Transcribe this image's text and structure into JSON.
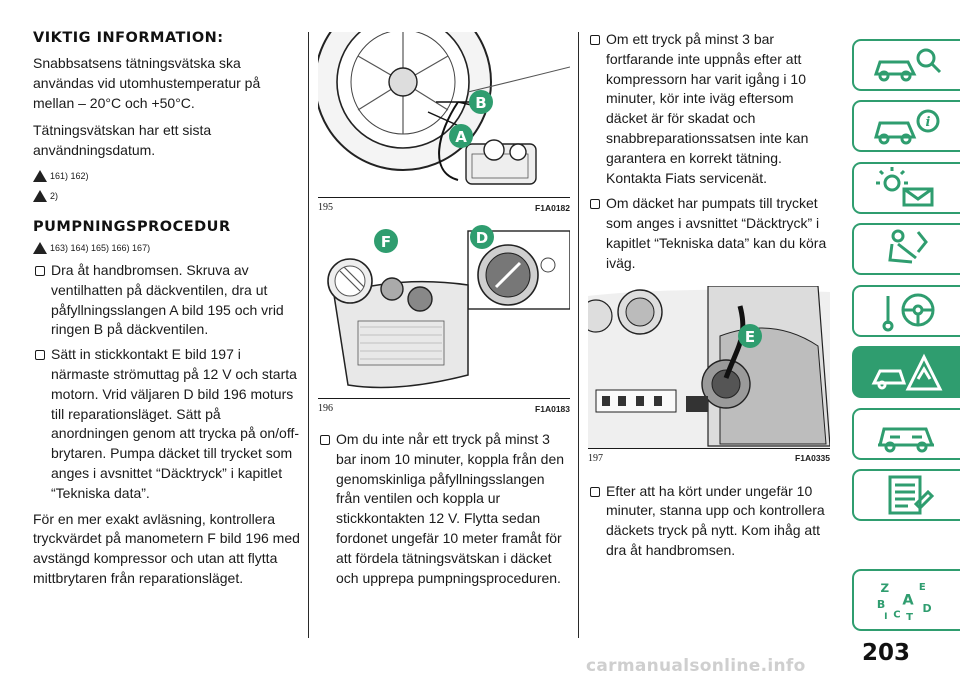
{
  "left": {
    "h_info": "VIKTIG INFORMATION:",
    "p1": "Snabbsatsens tätningsvätska ska användas vid utomhustemperatur på mellan – 20°C och +50°C.",
    "p2": "Tätningsvätskan har ett sista användningsdatum.",
    "warn1": "161) 162)",
    "warn2": "2)",
    "h_proc": "PUMPNINGSPROCEDUR",
    "warn3": "163) 164) 165) 166) 167)",
    "b1": "Dra åt handbromsen. Skruva av ventilhatten på däckventilen, dra ut påfyllningsslangen A bild 195 och vrid ringen B på däckventilen.",
    "b2": "Sätt in stickkontakt E bild 197 i närmaste strömuttag på 12 V och starta motorn. Vrid väljaren D bild 196 moturs till reparationsläget. Sätt på anordningen genom att trycka på on/off-brytaren. Pumpa däcket till trycket som anges i avsnittet “Däcktryck” i kapitlet “Tekniska data”.",
    "p3": "För en mer exakt avläsning, kontrollera tryckvärdet på manometern F bild 196 med avstängd kompressor och utan att flytta mittbrytaren från reparationsläget."
  },
  "middle": {
    "fig195": {
      "num": "195",
      "code": "F1A0182",
      "label_a": "A",
      "label_b": "B"
    },
    "fig196": {
      "num": "196",
      "code": "F1A0183",
      "label_f": "F",
      "label_d": "D"
    },
    "b3": "Om du inte når ett tryck på minst 3 bar inom 10 minuter, koppla från den genomskinliga påfyllningsslangen från ventilen och koppla ur stickkontakten 12 V. Flytta sedan fordonet ungefär 10 meter framåt för att fördela tätningsvätskan i däcket och upprepa pumpningsproceduren."
  },
  "right": {
    "b4": "Om ett tryck på minst 3 bar fortfarande inte uppnås efter att kompressorn har varit igång i 10 minuter, kör inte iväg eftersom däcket är för skadat och snabbreparationssatsen inte kan garantera en korrekt tätning. Kontakta Fiats servicenät.",
    "b5": "Om däcket har pumpats till trycket som anges i avsnittet “Däcktryck” i kapitlet “Tekniska data” kan du köra iväg.",
    "fig197": {
      "num": "197",
      "code": "F1A0335",
      "label_e": "E"
    },
    "b6": "Efter att ha kört under ungefär 10 minuter, stanna upp och kontrollera däckets tryck på nytt. Kom ihåg att dra åt handbromsen."
  },
  "tabs": [
    {
      "icon": "car-search-icon",
      "active": false
    },
    {
      "icon": "car-info-icon",
      "active": false
    },
    {
      "icon": "warning-lights-envelope-icon",
      "active": false
    },
    {
      "icon": "seat-airbag-icon",
      "active": false
    },
    {
      "icon": "steering-wheel-key-icon",
      "active": false
    },
    {
      "icon": "breakdown-warning-triangle-icon",
      "active": true
    },
    {
      "icon": "car-service-icon",
      "active": false
    },
    {
      "icon": "technical-data-list-icon",
      "active": false
    },
    {
      "icon": "alphabetical-index-icon",
      "active": false
    }
  ],
  "tab_index_letters": [
    "Z",
    "E",
    "A",
    "B",
    "C",
    "D",
    "I",
    "T"
  ],
  "page_number": "203",
  "watermark": "carmanualsonline.info",
  "colors": {
    "accent": "#2f9d6f",
    "text": "#1a1a1a",
    "watermark": "#cfcfcf"
  }
}
